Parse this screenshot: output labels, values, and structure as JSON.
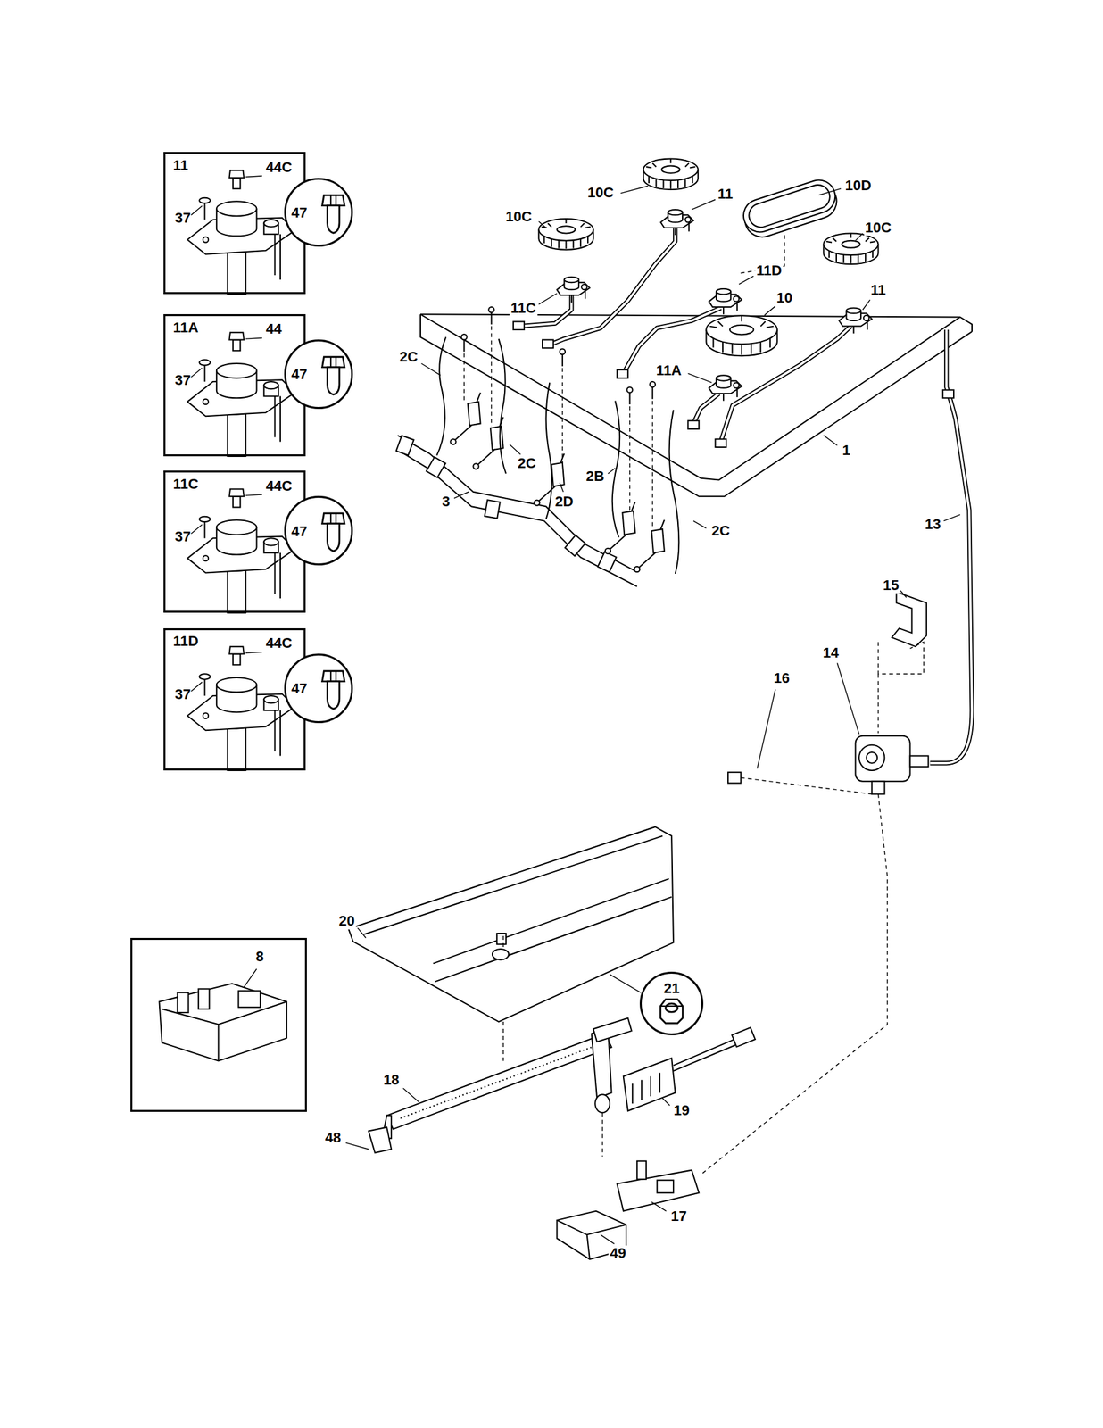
{
  "diagram": {
    "nodes": [
      {
        "text": [
          "11",
          "44C",
          "37"
        ]
      },
      {
        "text": [
          "47"
        ]
      },
      {
        "text": [
          "11A",
          "44",
          "37"
        ]
      },
      {
        "text": [
          "47"
        ]
      },
      {
        "text": [
          "11C",
          "44C",
          "37"
        ]
      },
      {
        "text": [
          "47"
        ]
      },
      {
        "text": [
          "11D",
          "44C",
          "37"
        ]
      },
      {
        "text": [
          "47"
        ]
      },
      {
        "text": [
          "8"
        ]
      },
      {
        "text": [
          "21"
        ]
      }
    ],
    "labels": [
      "10C",
      "11",
      "10D",
      "10C",
      "10C",
      "11D",
      "11C",
      "10",
      "11",
      "11A",
      "2C",
      "2C",
      "2B",
      "2D",
      "2C",
      "1",
      "3",
      "13",
      "15",
      "14",
      "16",
      "20",
      "18",
      "19",
      "48",
      "17",
      "49"
    ]
  }
}
